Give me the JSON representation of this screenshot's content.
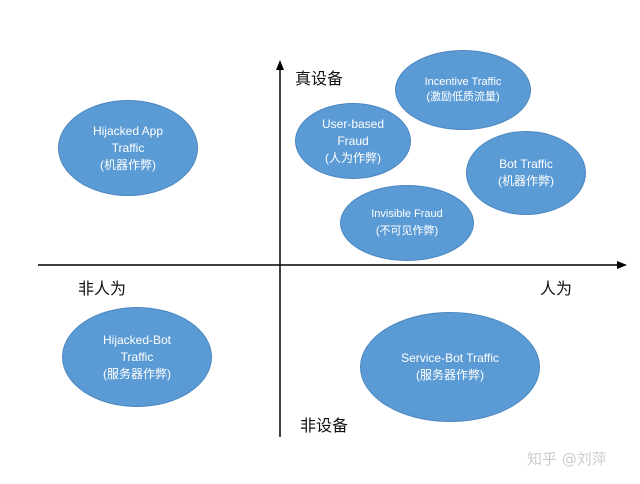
{
  "axes": {
    "top": "真设备",
    "bottom": "非设备",
    "left": "非人为",
    "right": "人为"
  },
  "nodes": {
    "hijacked_app": {
      "l1": "Hijacked  App",
      "l2": "Traffic",
      "l3": "(机器作弊)"
    },
    "hijacked_bot": {
      "l1": "Hijacked-Bot",
      "l2": "Traffic",
      "l3": "(服务器作弊)"
    },
    "incentive": {
      "l1": "Incentive Traffic",
      "l2": "(激励低质流量)"
    },
    "user_based": {
      "l1": "User-based",
      "l2": "Fraud",
      "l3": "(人为作弊)"
    },
    "bot": {
      "l1": "Bot Traffic",
      "l2": "(机器作弊)"
    },
    "invisible": {
      "l1": "Invisible Fraud",
      "l2": "(不可见作弊)"
    },
    "service_bot": {
      "l1": "Service-Bot Traffic",
      "l2": "(服务器作弊)"
    }
  },
  "watermark": "知乎 @刘萍",
  "colors": {
    "ellipse": "#5b9bd5"
  }
}
